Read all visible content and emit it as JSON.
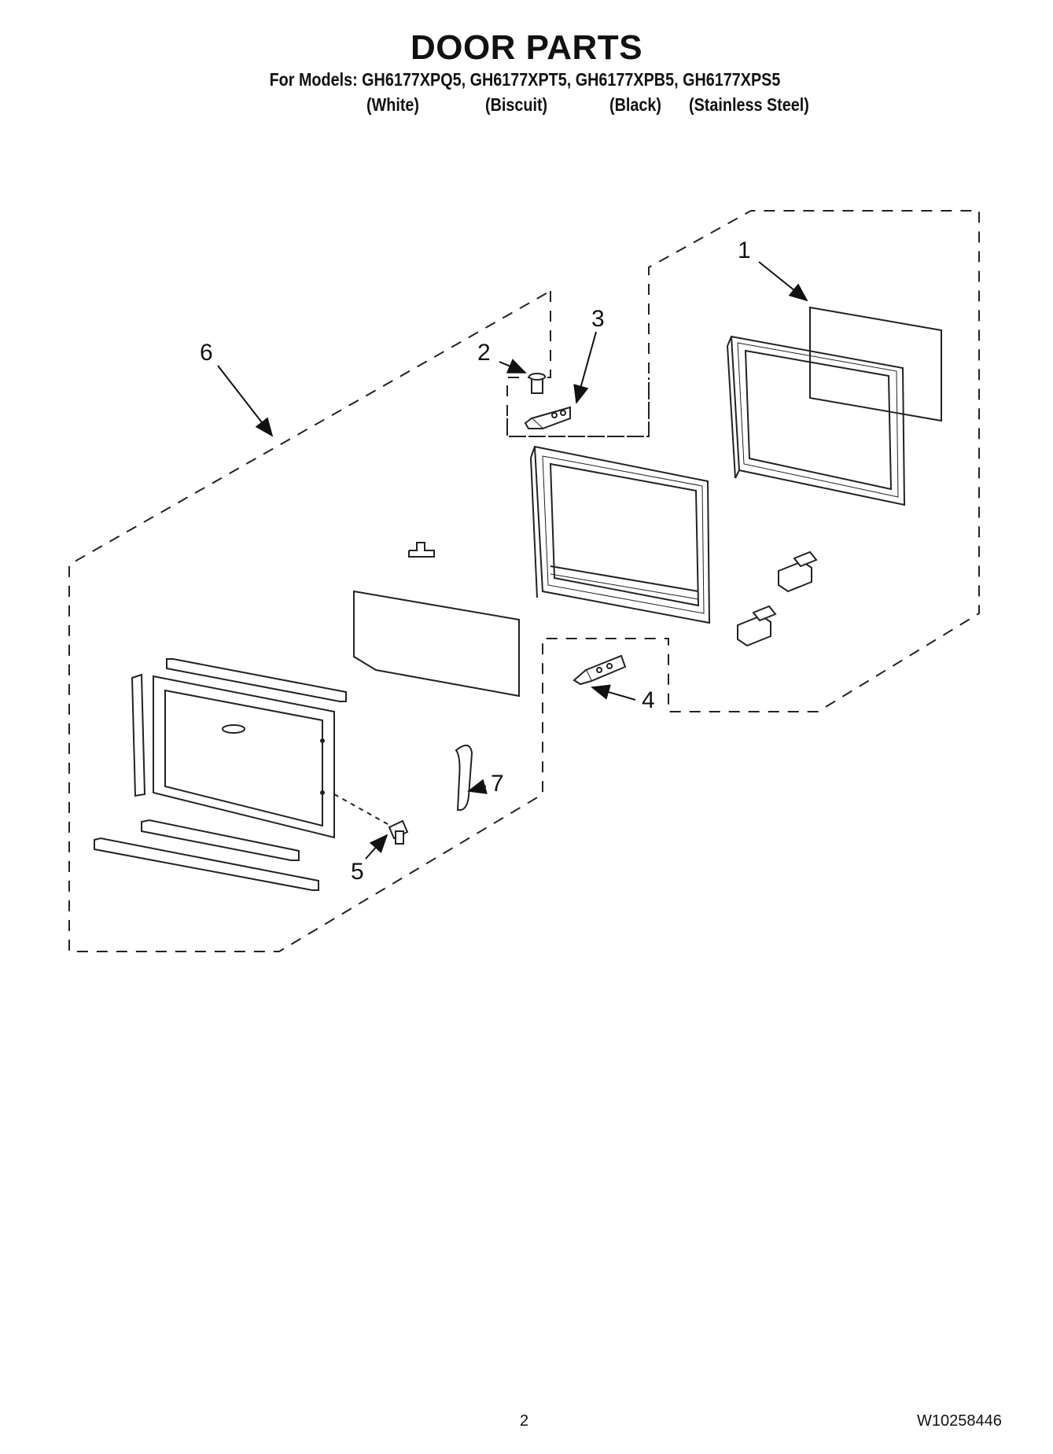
{
  "header": {
    "title": "DOOR PARTS",
    "models_line": "For Models: GH6177XPQ5, GH6177XPT5, GH6177XPB5, GH6177XPS5",
    "variants": [
      "(White)",
      "(Biscuit)",
      "(Black)",
      "(Stainless Steel)"
    ]
  },
  "callouts": [
    "1",
    "2",
    "3",
    "4",
    "5",
    "6",
    "7"
  ],
  "footer": {
    "page_number": "2",
    "doc_number": "W10258446"
  }
}
